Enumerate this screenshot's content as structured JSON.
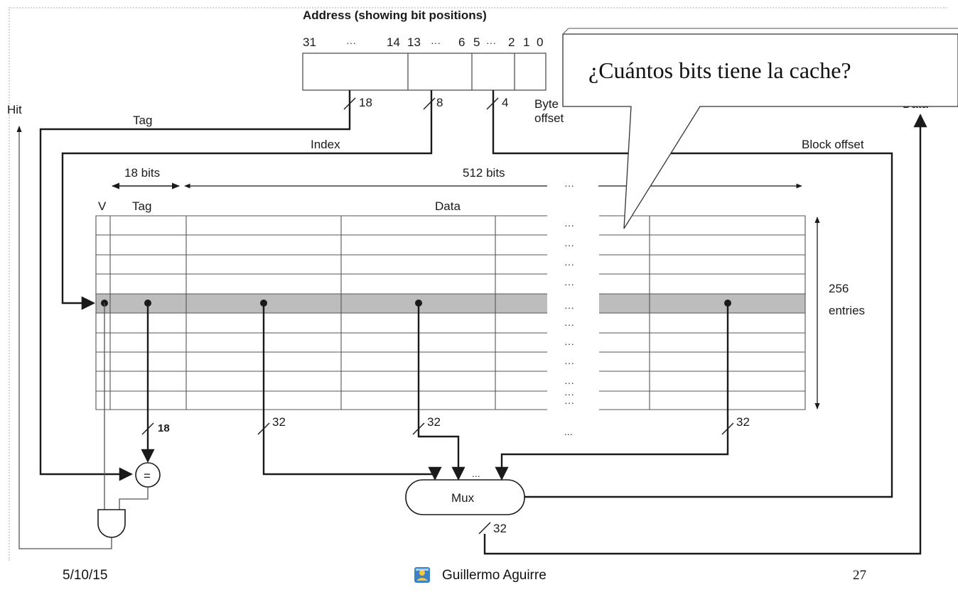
{
  "diagram": {
    "address_title": "Address (showing bit positions)",
    "bit_positions": {
      "b31": "31",
      "dots1": "···",
      "b14": "14",
      "b13": "13",
      "dots2": "···",
      "b6": "6",
      "b5": "5",
      "dots3": "···",
      "b2": "2",
      "b1": "1",
      "b0": "0"
    },
    "field_widths": {
      "tag": "18",
      "index": "8",
      "block_offset": "4"
    },
    "labels": {
      "hit": "Hit",
      "data": "Data",
      "tag": "Tag",
      "index": "Index",
      "byte": "Byte",
      "offset": "offset",
      "block_offset": "Block offset",
      "tag_bits": "18 bits",
      "data_bits": "512 bits",
      "col_v": "V",
      "col_tag": "Tag",
      "col_data": "Data",
      "entries_count": "256",
      "entries_word": "entries",
      "bus_18": "18",
      "bus_32a": "32",
      "bus_32b": "32",
      "bus_32c": "32",
      "bus_32d": "32",
      "mux": "Mux",
      "comparator": "=",
      "ellipsis": "···",
      "mux_dots": "..."
    },
    "callout": "¿Cuántos bits tiene la cache?"
  },
  "footer": {
    "date": "5/10/15",
    "author": "Guillermo Aguirre",
    "page": "27"
  },
  "colors": {
    "highlight_row": "#bdbdbd",
    "line": "#1a1a1a",
    "grid": "#555555"
  }
}
